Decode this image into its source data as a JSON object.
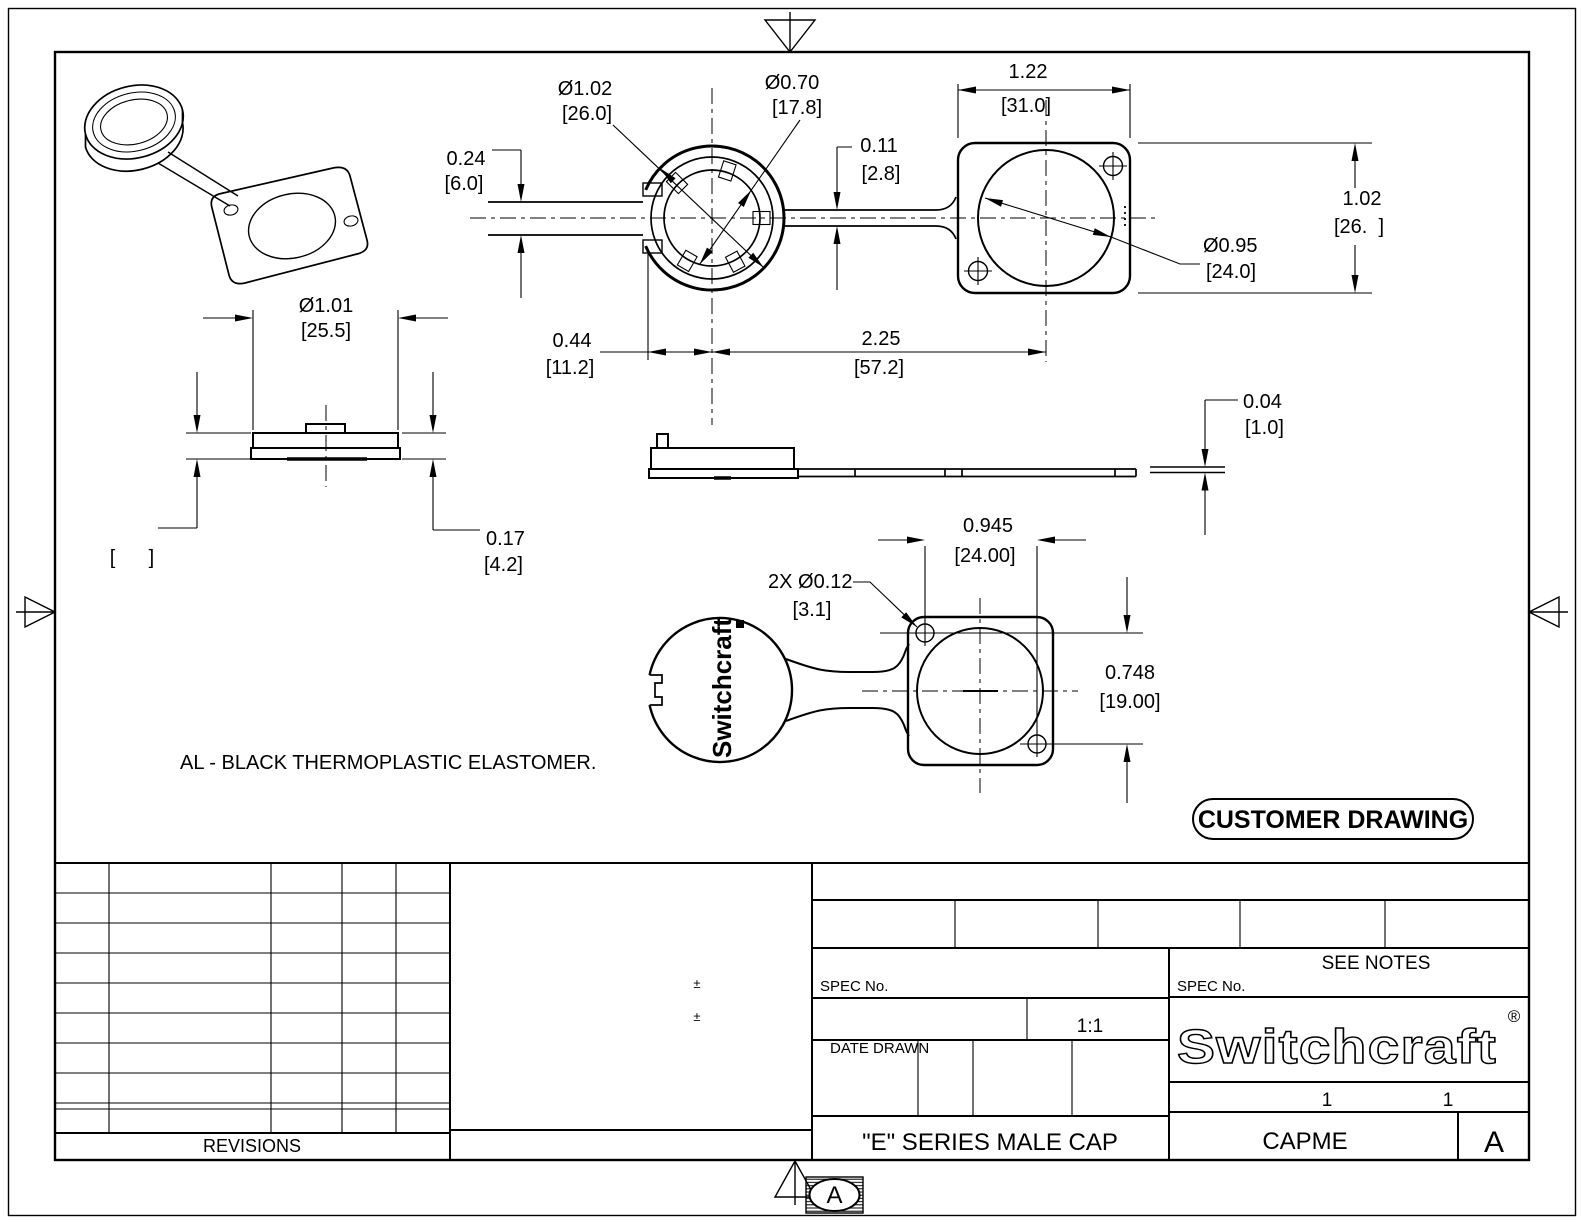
{
  "drawing": {
    "material_note": "AL - BLACK THERMOPLASTIC ELASTOMER.",
    "stamp": "CUSTOMER DRAWING",
    "zone_letter": "A",
    "cap_brand": "Switchcraft",
    "dims": {
      "cap_od": {
        "in": "Ø1.02",
        "mm": "[26.0]"
      },
      "cap_id": {
        "in": "Ø0.70",
        "mm": "[17.8]"
      },
      "strap_w": {
        "in": "0.24",
        "mm": "[6.0]"
      },
      "neck": {
        "in": "0.11",
        "mm": "[2.8]"
      },
      "flange_w": {
        "in": "1.22",
        "mm": "[31.0]"
      },
      "flange_h": {
        "in": "1.02",
        "mm": "[26.  ]"
      },
      "panel_hole": {
        "in": "Ø0.95",
        "mm": "[24.0]"
      },
      "offset": {
        "in": "0.44",
        "mm": "[11.2]"
      },
      "length": {
        "in": "2.25",
        "mm": "[57.2]"
      },
      "side_od": {
        "in": "Ø1.01",
        "mm": "[25.5]"
      },
      "side_t": {
        "in": "0.17",
        "mm": "[4.2]"
      },
      "blank_bracket": "[      ]",
      "sheet_t": {
        "in": "0.04",
        "mm": "[1.0]"
      },
      "holes_x": {
        "in": "0.945",
        "mm": "[24.00]"
      },
      "holes_y": {
        "in": "0.748",
        "mm": "[19.00]"
      },
      "mt_holes": {
        "in": "2X Ø0.12",
        "mm": "[3.1]"
      }
    }
  },
  "title_block": {
    "revisions": "REVISIONS",
    "spec_no": "SPEC No.",
    "spec_no2": "SPEC No.",
    "see_notes": "SEE NOTES",
    "date_drawn": "DATE DRAWN",
    "scale": "1:1",
    "pm": "±",
    "pm2": "±",
    "title": "\"E\" SERIES MALE CAP",
    "part": "CAPME",
    "rev": "A",
    "sheet1": "1",
    "sheet2": "1",
    "brand": "Switchcraft",
    "reg": "®"
  }
}
